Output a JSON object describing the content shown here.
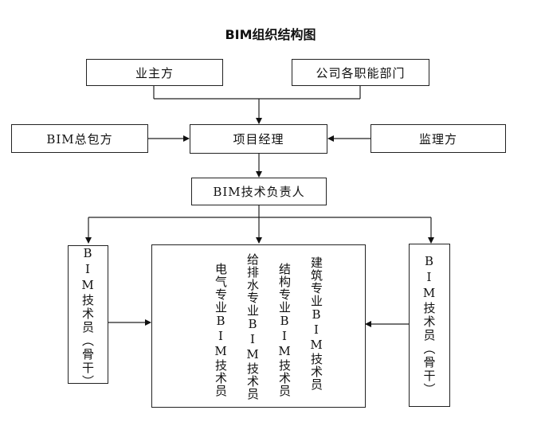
{
  "title": "BIM组织结构图",
  "nodes": {
    "owner": "业主方",
    "company_departments": "公司各职能部门",
    "bim_general_contractor": "BIM总包方",
    "project_manager": "项目经理",
    "supervisor": "监理方",
    "bim_tech_lead": "BIM技术负责人",
    "bim_tech_staff_left": "BIM技术员（骨干）",
    "bim_tech_staff_right": "BIM技术员（骨干）"
  },
  "specialties": [
    "建筑专业BIM技术员",
    "结构专业BIM技术员",
    "给排水专业BIM技术员",
    "电气专业BIM技术员"
  ]
}
